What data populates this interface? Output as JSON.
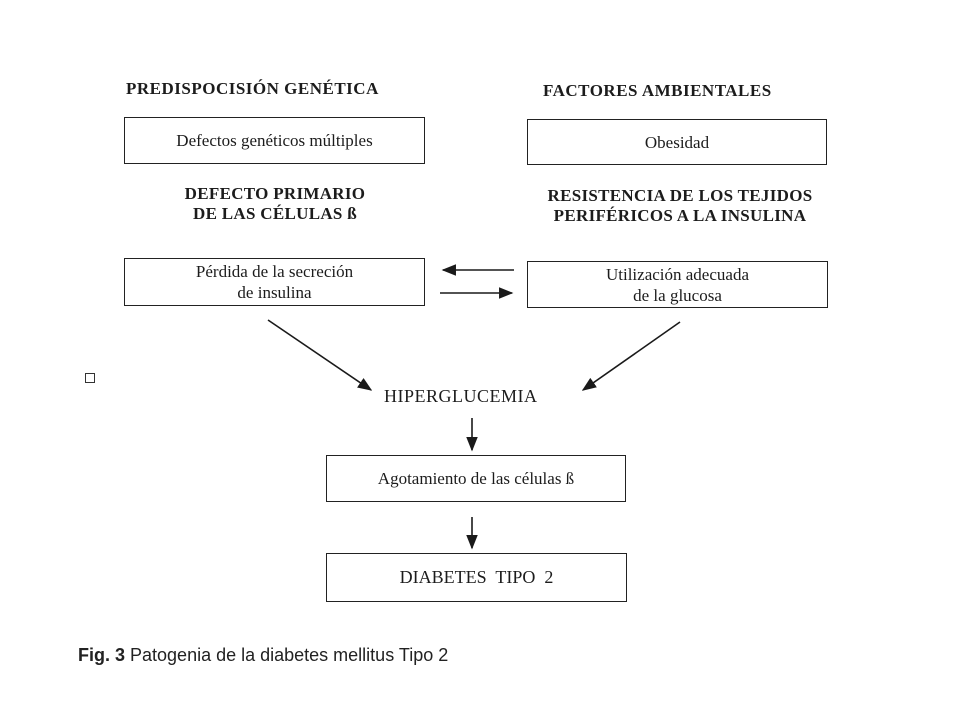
{
  "left_column": {
    "heading": "PREDISPOCISIÓN GENÉTICA",
    "box": "Defectos genéticos múltiples",
    "subheading_line1": "DEFECTO PRIMARIO",
    "subheading_line2": "DE LAS CÉLULAS ß",
    "box2_line1": "Pérdida de la secreción",
    "box2_line2": "de insulina"
  },
  "right_column": {
    "heading": "FACTORES AMBIENTALES",
    "box": "Obesidad",
    "subheading_line1": "RESISTENCIA DE LOS TEJIDOS",
    "subheading_line2": "PERIFÉRICOS A LA INSULINA",
    "box2_line1": "Utilización adecuada",
    "box2_line2": "de la glucosa"
  },
  "center": {
    "node1": "HIPERGLUCEMIA",
    "node2": "Agotamiento de las células ß",
    "node3": "DIABETES  TIPO  2"
  },
  "caption": {
    "label": "Fig. 3",
    "text": " Patogenia de la diabetes mellitus Tipo 2"
  }
}
